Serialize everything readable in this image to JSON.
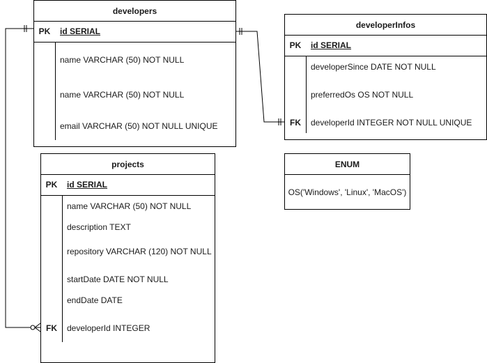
{
  "tables": {
    "developers": {
      "title": "developers",
      "pk": {
        "key": "PK",
        "field": "id SERIAL"
      },
      "fields": [
        {
          "key": "",
          "field": "name VARCHAR (50) NOT NULL"
        },
        {
          "key": "",
          "field": "name VARCHAR (50) NOT NULL"
        },
        {
          "key": "",
          "field": "email VARCHAR (50) NOT NULL UNIQUE"
        }
      ]
    },
    "developerInfos": {
      "title": "developerInfos",
      "pk": {
        "key": "PK",
        "field": "id SERIAL"
      },
      "fields": [
        {
          "key": "",
          "field": "developerSince DATE NOT NULL"
        },
        {
          "key": "",
          "field": "preferredOs OS NOT NULL"
        },
        {
          "key": "FK",
          "field": "developerId INTEGER NOT NULL UNIQUE"
        }
      ]
    },
    "projects": {
      "title": "projects",
      "pk": {
        "key": "PK",
        "field": "id SERIAL"
      },
      "fields": [
        {
          "key": "",
          "field": "name VARCHAR (50) NOT NULL"
        },
        {
          "key": "",
          "field": "description TEXT"
        },
        {
          "key": "",
          "field": "repository VARCHAR (120) NOT NULL"
        },
        {
          "key": "",
          "field": "startDate DATE NOT NULL"
        },
        {
          "key": "",
          "field": "endDate DATE"
        },
        {
          "key": "FK",
          "field": "developerId INTEGER"
        }
      ]
    },
    "enum": {
      "title": "ENUM",
      "value": "OS('Windows', 'Linux', 'MacOS')"
    }
  }
}
